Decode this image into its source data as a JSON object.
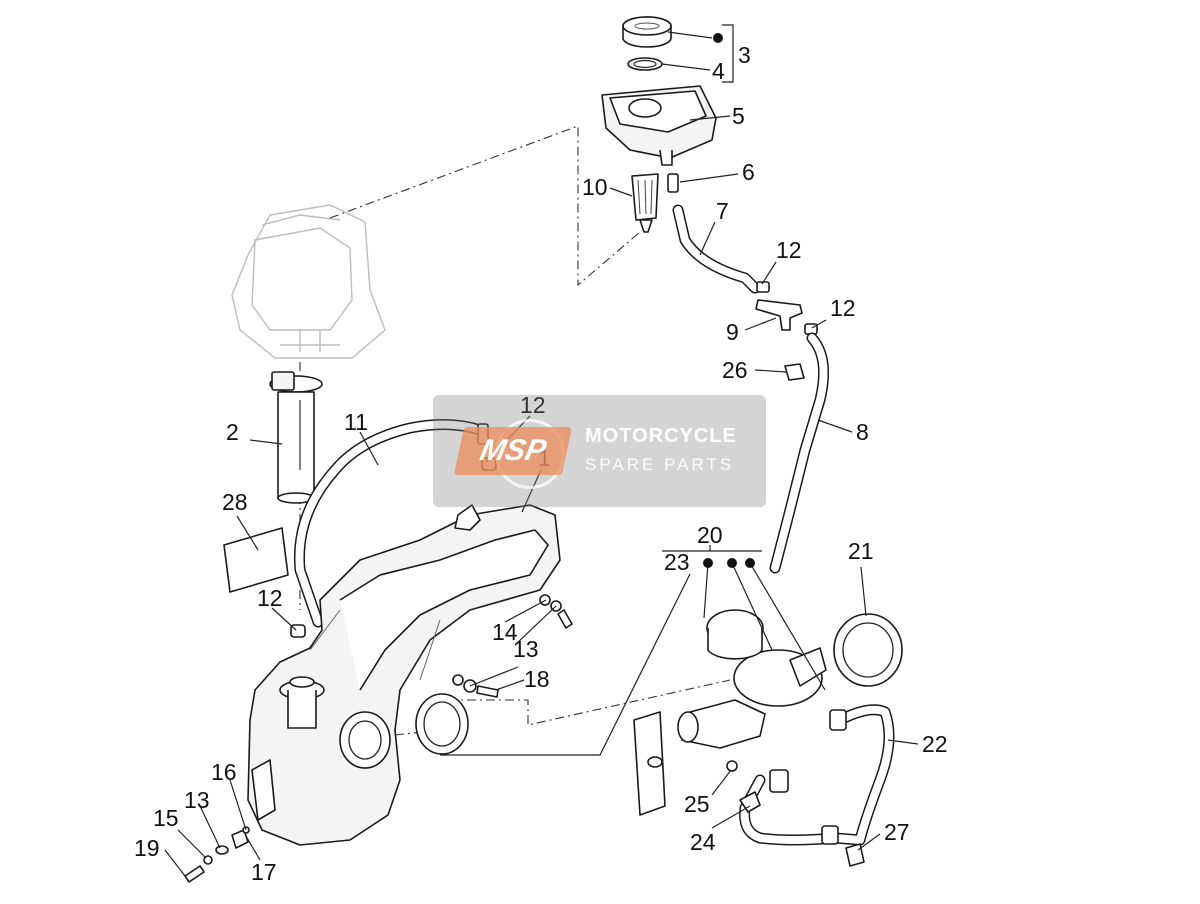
{
  "watermark": {
    "logo_text": "MSP",
    "line1": "MOTORCYCLE",
    "line2": "SPARE PARTS"
  },
  "callouts": {
    "c1": "1",
    "c2": "2",
    "c3": "3",
    "c4": "4",
    "c5": "5",
    "c6": "6",
    "c7": "7",
    "c8": "8",
    "c9": "9",
    "c10": "10",
    "c11": "11",
    "c12a": "12",
    "c12b": "12",
    "c12c": "12",
    "c12d": "12",
    "c13a": "13",
    "c13b": "13",
    "c14": "14",
    "c15": "15",
    "c16": "16",
    "c17": "17",
    "c18": "18",
    "c19": "19",
    "c20": "20",
    "c21": "21",
    "c22": "22",
    "c23": "23",
    "c24": "24",
    "c25": "25",
    "c26": "26",
    "c27": "27",
    "c28": "28"
  }
}
